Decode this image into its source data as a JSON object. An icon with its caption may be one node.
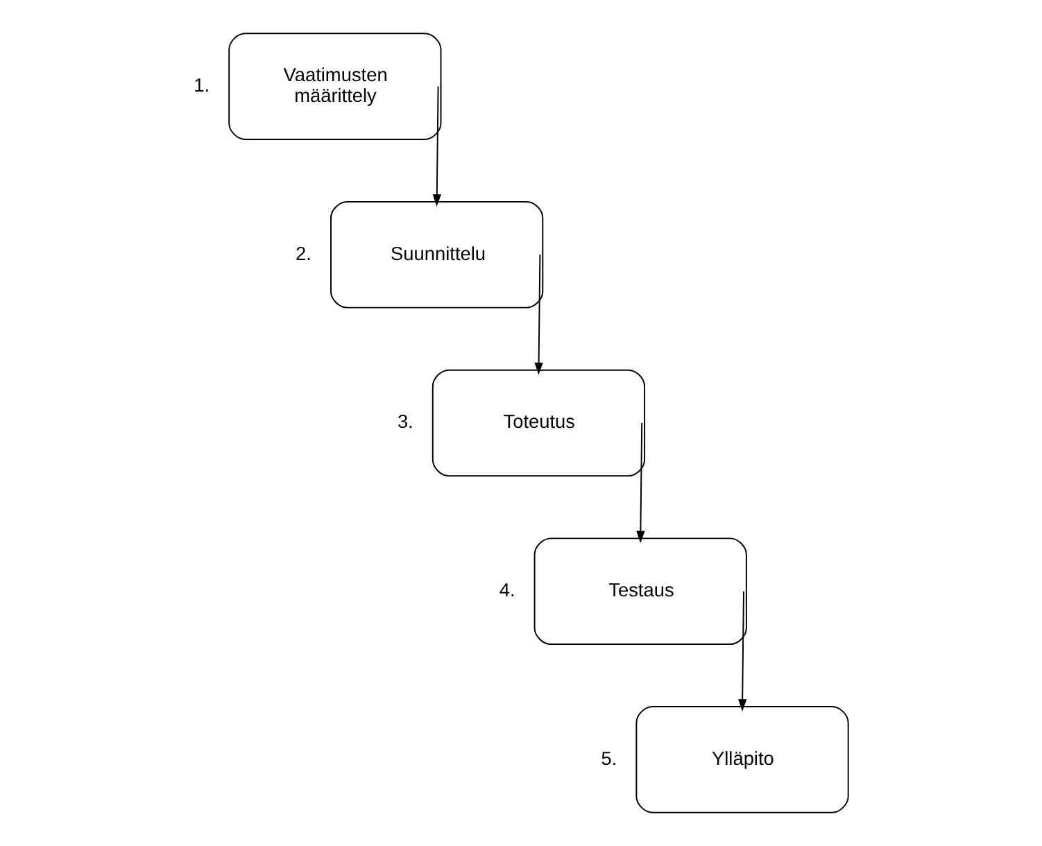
{
  "diagram": {
    "nodes": [
      {
        "text": [
          "Vaatimusten määrittely"
        ],
        "beside": [
          "1."
        ]
      },
      {
        "text": [
          "Suunnittelu"
        ],
        "beside": [
          "2."
        ]
      },
      {
        "text": [
          "Toteutus"
        ],
        "beside": [
          "3."
        ]
      },
      {
        "text": [
          "Testaus"
        ],
        "beside": [
          "4."
        ]
      },
      {
        "text": [
          "Ylläpito"
        ],
        "beside": [
          "5."
        ]
      }
    ],
    "edges": [
      {
        "from": 0,
        "to": 1,
        "arrow": "to"
      },
      {
        "from": 1,
        "to": 2,
        "arrow": "to"
      },
      {
        "from": 2,
        "to": 3,
        "arrow": "to"
      },
      {
        "from": 3,
        "to": 4,
        "arrow": "to"
      }
    ]
  }
}
